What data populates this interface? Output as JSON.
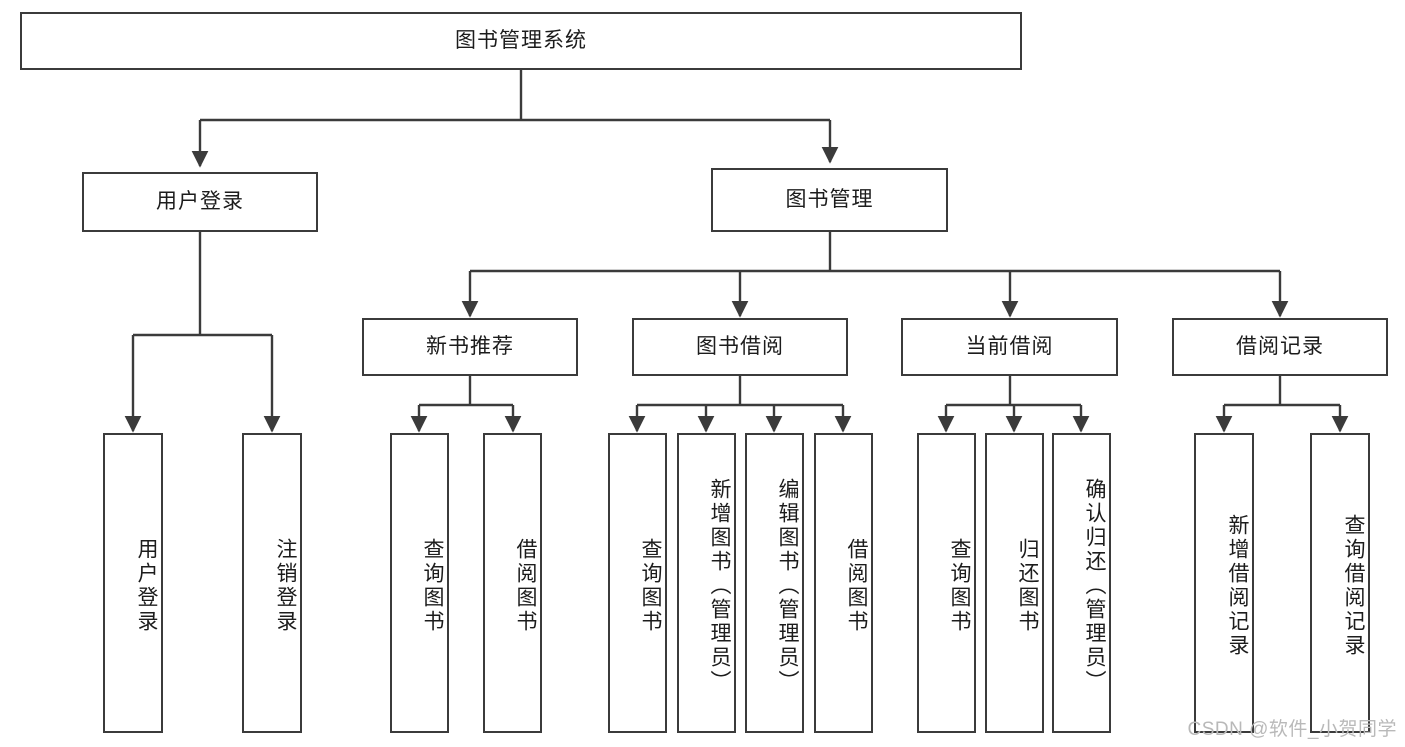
{
  "diagram": {
    "type": "tree-hierarchy",
    "title": "图书管理系统",
    "watermark": "CSDN @软件_小贺同学",
    "colors": {
      "box_border": "#3b3b3b",
      "box_fill": "#ffffff",
      "connector": "#3b3b3b",
      "text": "#1c1c1c",
      "watermark": "#b9b9b9",
      "background": "#ffffff"
    },
    "nodes": {
      "root": {
        "label": "图书管理系统",
        "level": 1,
        "orientation": "horizontal"
      },
      "user_login": {
        "label": "用户登录",
        "level": 2,
        "orientation": "horizontal"
      },
      "book_manage": {
        "label": "图书管理",
        "level": 2,
        "orientation": "horizontal"
      },
      "new_book_rec": {
        "label": "新书推荐",
        "level": 3,
        "orientation": "horizontal"
      },
      "book_borrow": {
        "label": "图书借阅",
        "level": 3,
        "orientation": "horizontal"
      },
      "current_borrow": {
        "label": "当前借阅",
        "level": 3,
        "orientation": "horizontal"
      },
      "borrow_record": {
        "label": "借阅记录",
        "level": 3,
        "orientation": "horizontal"
      },
      "leaf_user_login": {
        "label": "用户登录",
        "level": 4,
        "orientation": "vertical"
      },
      "leaf_logout": {
        "label": "注销登录",
        "level": 4,
        "orientation": "vertical"
      },
      "leaf_query_book_1": {
        "label": "查询图书",
        "level": 4,
        "orientation": "vertical"
      },
      "leaf_borrow_book_1": {
        "label": "借阅图书",
        "level": 4,
        "orientation": "vertical"
      },
      "leaf_query_book_2": {
        "label": "查询图书",
        "level": 4,
        "orientation": "vertical"
      },
      "leaf_add_book": {
        "label": "新增图书（管理员）",
        "level": 4,
        "orientation": "vertical"
      },
      "leaf_edit_book": {
        "label": "编辑图书（管理员）",
        "level": 4,
        "orientation": "vertical"
      },
      "leaf_borrow_book_2": {
        "label": "借阅图书",
        "level": 4,
        "orientation": "vertical"
      },
      "leaf_query_book_3": {
        "label": "查询图书",
        "level": 4,
        "orientation": "vertical"
      },
      "leaf_return_book": {
        "label": "归还图书",
        "level": 4,
        "orientation": "vertical"
      },
      "leaf_confirm_return": {
        "label": "确认归还（管理员）",
        "level": 4,
        "orientation": "vertical"
      },
      "leaf_add_record": {
        "label": "新增借阅记录",
        "level": 4,
        "orientation": "vertical"
      },
      "leaf_query_record": {
        "label": "查询借阅记录",
        "level": 4,
        "orientation": "vertical"
      }
    },
    "edges": [
      {
        "from": "root",
        "to": "user_login"
      },
      {
        "from": "root",
        "to": "book_manage"
      },
      {
        "from": "book_manage",
        "to": "new_book_rec"
      },
      {
        "from": "book_manage",
        "to": "book_borrow"
      },
      {
        "from": "book_manage",
        "to": "current_borrow"
      },
      {
        "from": "book_manage",
        "to": "borrow_record"
      },
      {
        "from": "user_login",
        "to": "leaf_user_login"
      },
      {
        "from": "user_login",
        "to": "leaf_logout"
      },
      {
        "from": "new_book_rec",
        "to": "leaf_query_book_1"
      },
      {
        "from": "new_book_rec",
        "to": "leaf_borrow_book_1"
      },
      {
        "from": "book_borrow",
        "to": "leaf_query_book_2"
      },
      {
        "from": "book_borrow",
        "to": "leaf_add_book"
      },
      {
        "from": "book_borrow",
        "to": "leaf_edit_book"
      },
      {
        "from": "book_borrow",
        "to": "leaf_borrow_book_2"
      },
      {
        "from": "current_borrow",
        "to": "leaf_query_book_3"
      },
      {
        "from": "current_borrow",
        "to": "leaf_return_book"
      },
      {
        "from": "current_borrow",
        "to": "leaf_confirm_return"
      },
      {
        "from": "borrow_record",
        "to": "leaf_add_record"
      },
      {
        "from": "borrow_record",
        "to": "leaf_query_record"
      }
    ]
  }
}
